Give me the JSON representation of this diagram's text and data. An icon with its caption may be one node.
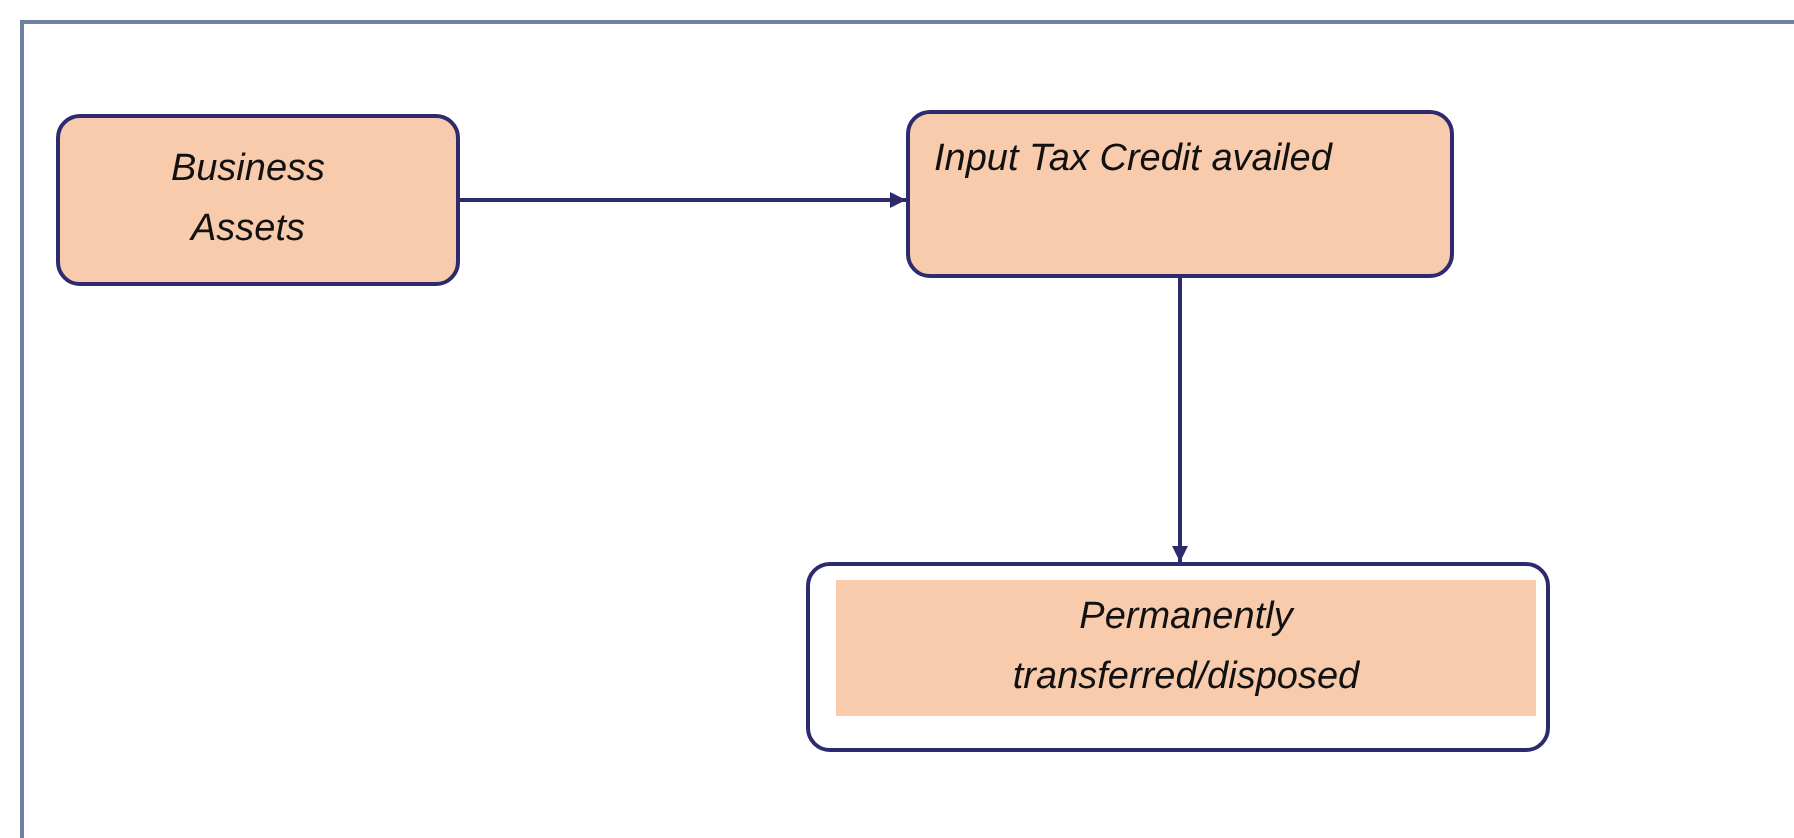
{
  "diagram": {
    "nodes": [
      {
        "text": [
          "Business Assets"
        ]
      },
      {
        "text": [
          "Input Tax Credit availed"
        ]
      },
      {
        "text": [
          "Permanently transferred/disposed"
        ]
      }
    ],
    "edges": [
      {
        "from": 0,
        "to": 1,
        "arrow": "to"
      },
      {
        "from": 1,
        "to": 2,
        "arrow": "to"
      }
    ]
  }
}
